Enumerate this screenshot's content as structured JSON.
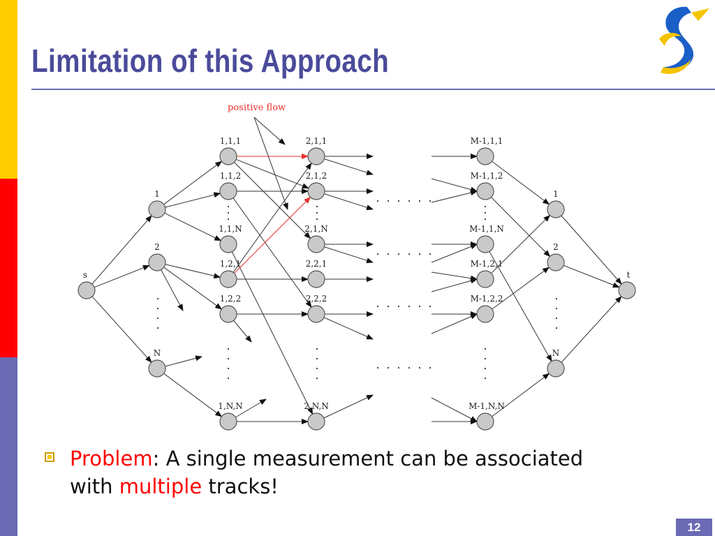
{
  "slide": {
    "title": "Limitation of this Approach",
    "page_number": "12",
    "colors": {
      "title": "#4B4B9B",
      "accent_yellow": "#FFCC00",
      "accent_red": "#FF0000",
      "accent_blue": "#6B6BB5",
      "highlight": "#FF0000"
    }
  },
  "diagram": {
    "annotation": "positive flow",
    "source_label": "s",
    "sink_label": "t",
    "level1_labels": [
      "1",
      "2",
      "N"
    ],
    "level2_labels": [
      "1,1,1",
      "1,1,2",
      "1,1,N",
      "1,2,1",
      "1,2,2",
      "1,N,N"
    ],
    "level3_labels": [
      "2,1,1",
      "2,1,2",
      "2,1,N",
      "2,2,1",
      "2,2,2",
      "2,N,N"
    ],
    "level4_labels": [
      "M-1,1,1",
      "M-1,1,2",
      "M-1,1,N",
      "M-1,2,1",
      "M-1,2,2",
      "M-1,N,N"
    ],
    "level5_labels": [
      "1",
      "2",
      "N"
    ]
  },
  "bullet": {
    "part1": "Problem",
    "part2": ": A single measurement can be associated with ",
    "part3": "multiple",
    "part4": " tracks!"
  }
}
